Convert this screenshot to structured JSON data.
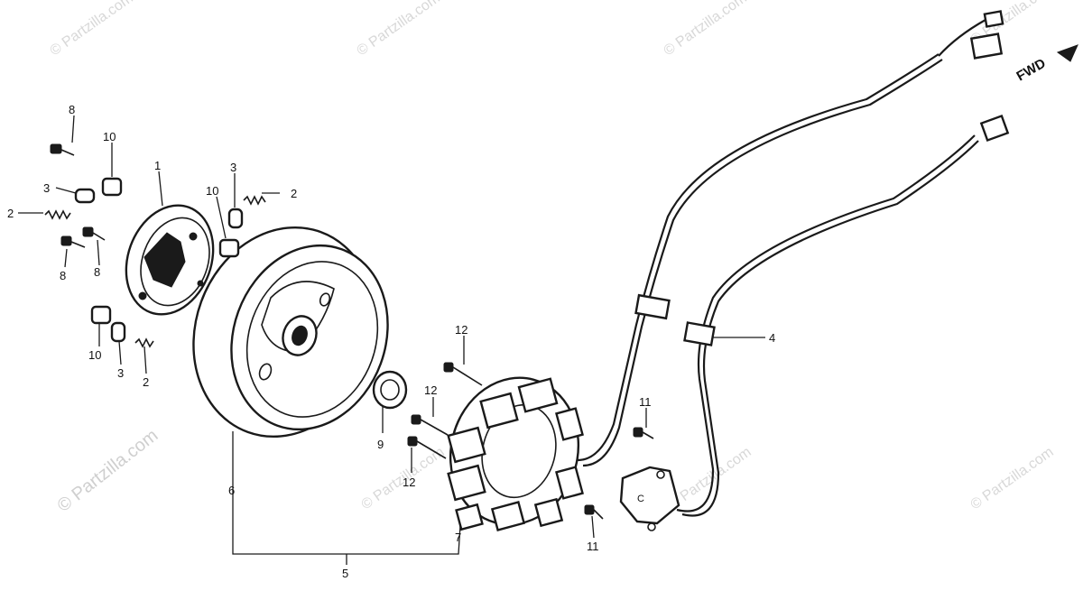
{
  "watermark": {
    "text": "© Partzilla.com",
    "color": "#cfcfcf"
  },
  "direction_indicator": {
    "label": "FWD"
  },
  "callouts": {
    "c1": "1",
    "c2a": "2",
    "c2b": "2",
    "c2c": "2",
    "c3a": "3",
    "c3b": "3",
    "c3c": "3",
    "c4": "4",
    "c5": "5",
    "c6": "6",
    "c7": "7",
    "c8a": "8",
    "c8b": "8",
    "c8c": "8",
    "c9": "9",
    "c10a": "10",
    "c10b": "10",
    "c10c": "10",
    "c11a": "11",
    "c11b": "11",
    "c12a": "12",
    "c12b": "12",
    "c12c": "12"
  }
}
